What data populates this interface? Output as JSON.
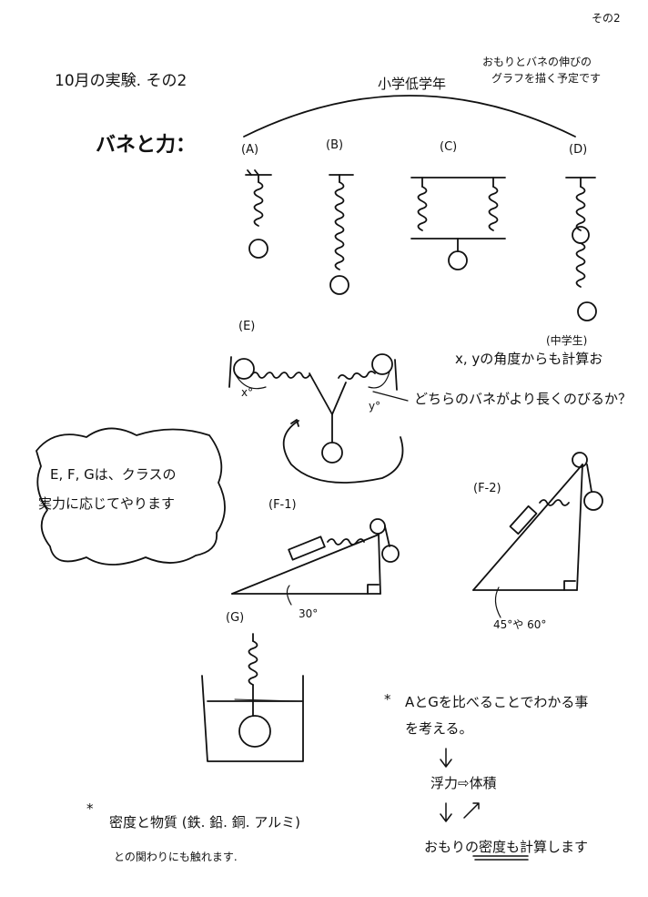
{
  "page_corner": "その2",
  "header": {
    "title": "10月の実験. その2",
    "grade": "小学低学年",
    "grade_note_line1": "おもりとバネの伸びの",
    "grade_note_line2": "グラフを描く予定です"
  },
  "section_title": "バネと力：",
  "figures": {
    "a": "(A)",
    "b": "(B)",
    "c": "(C)",
    "d": "(D)",
    "e": "(E)",
    "f1": "(F-1)",
    "f2": "(F-2)",
    "g": "(G)"
  },
  "e_figure": {
    "angle_x": "x°",
    "angle_y": "y°",
    "middle_school": "(中学生)",
    "angle_note": "x, yの角度からも計算お",
    "question": "どちらのバネがより長くのびるか？"
  },
  "callout": {
    "line1": "E, F, Gは、クラスの",
    "line2": "実力に応じてやります"
  },
  "f1_angle": "30°",
  "f2_angles": "45°や 60°",
  "note_ag": {
    "bullet": "*",
    "line1": "AとGを比べることでわかる事",
    "line2": "を考える。",
    "step1": "浮力⇨体積",
    "step2": "おもりの密度も計算します"
  },
  "note_density": {
    "bullet": "*",
    "line1": "密度と物質 (鉄. 鉛. 銅. アルミ)",
    "line2": "との関わりにも触れます."
  }
}
